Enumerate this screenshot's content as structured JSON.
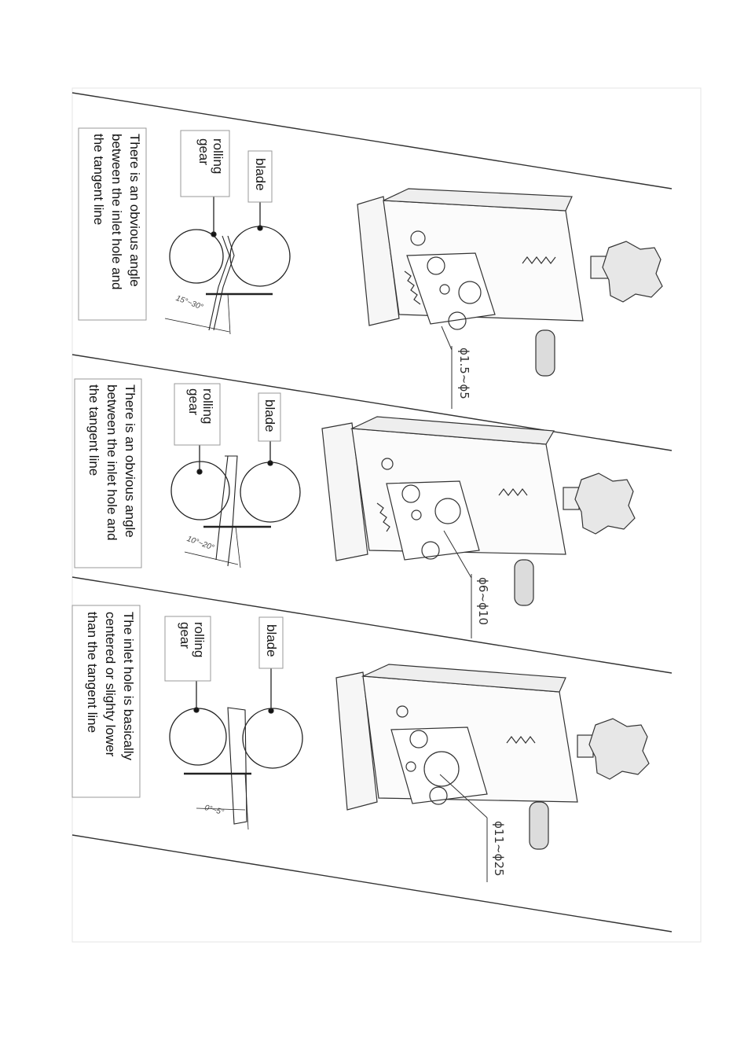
{
  "panels": [
    {
      "id": "small",
      "description_lines": [
        "There is an obvious angle",
        "between the inlet hole and",
        "the tangent line"
      ],
      "rolling_gear_lines": [
        "rolling",
        "gear"
      ],
      "blade_label": "blade",
      "angle_range": "15°~30°",
      "diameter_range": "ϕ1.5~ϕ5"
    },
    {
      "id": "medium",
      "description_lines": [
        "There is an obvious angle",
        "between the inlet hole and",
        "the tangent line"
      ],
      "rolling_gear_lines": [
        "rolling",
        "gear"
      ],
      "blade_label": "blade",
      "angle_range": "10°~20°",
      "diameter_range": "ϕ6~ϕ10"
    },
    {
      "id": "large",
      "description_lines": [
        "The inlet hole is basically",
        "centered or slighty lower",
        "than the tangent line"
      ],
      "rolling_gear_lines": [
        "rolling",
        "gear"
      ],
      "blade_label": "blade",
      "angle_range": "0°~5°",
      "diameter_range": "ϕ11~ϕ25"
    }
  ]
}
